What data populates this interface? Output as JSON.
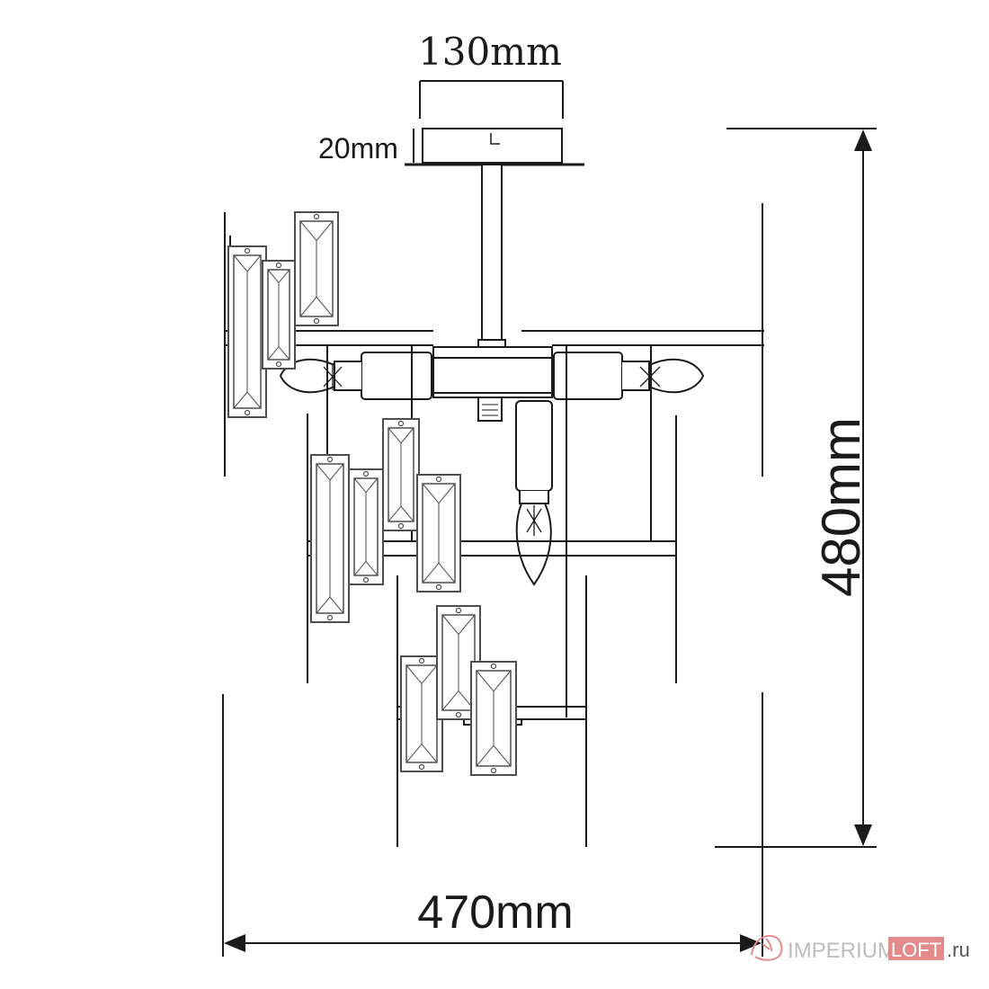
{
  "dimensions": {
    "canopy_width": "130mm",
    "canopy_height": "20mm",
    "total_height": "480mm",
    "total_width": "470mm"
  },
  "watermark": {
    "brand_a": "IMPERIUM",
    "brand_b": "LOFT",
    "suffix": ".ru",
    "accent": "#e58a8a",
    "brand_text_color": "#bdbdbd"
  },
  "colors": {
    "line": "#1a1a1a",
    "crystal": "#4d4d4d"
  }
}
